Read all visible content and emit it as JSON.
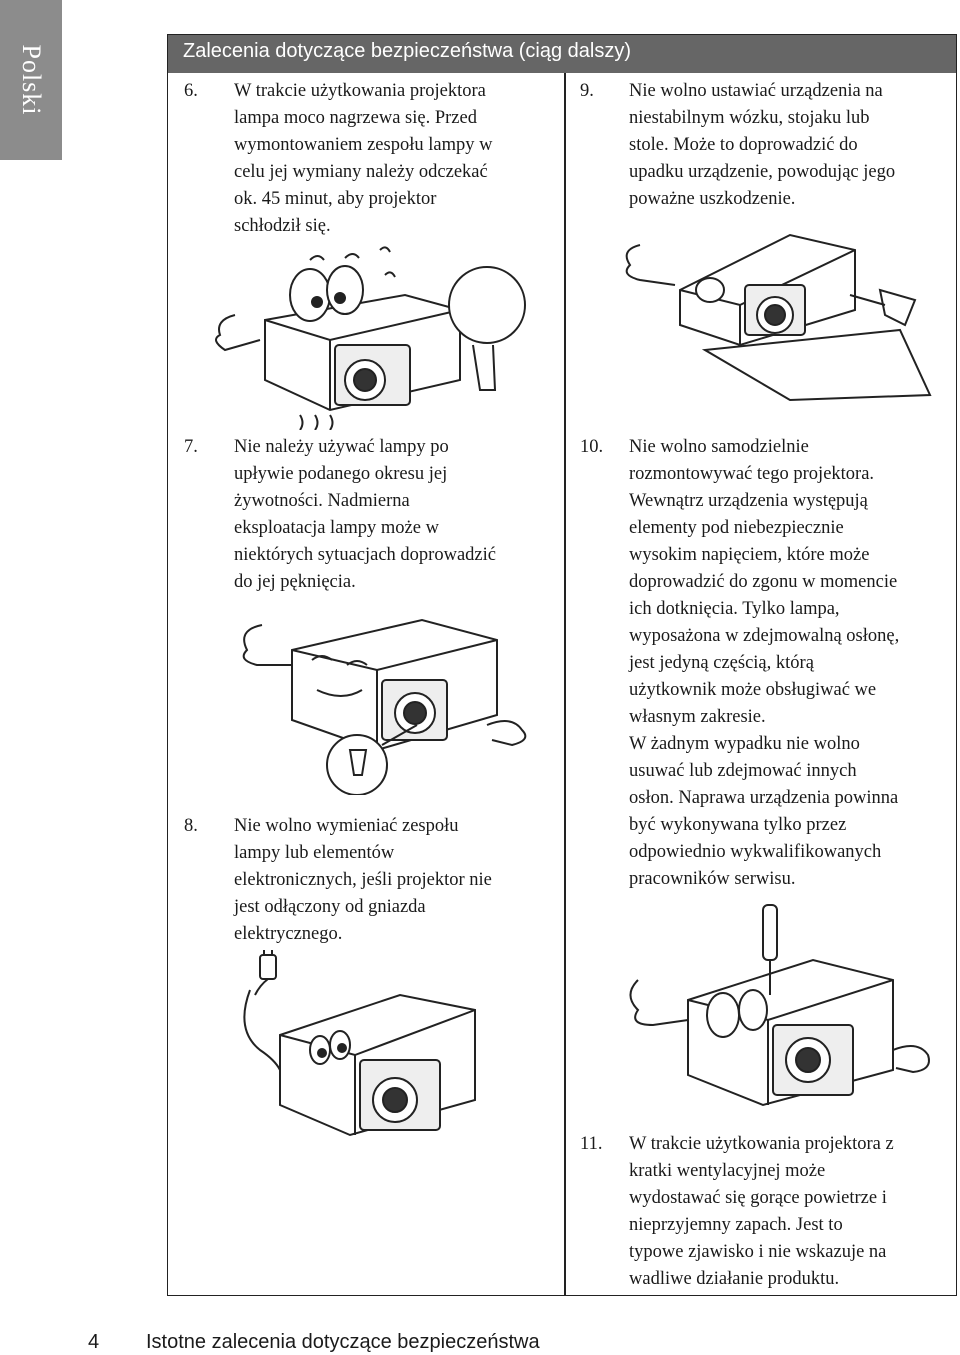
{
  "side_tab": {
    "label": "Polski"
  },
  "header": {
    "title": "Zalecenia dotyczące bezpieczeństwa (ciąg dalszy)"
  },
  "items": [
    {
      "number": "6.",
      "text": "W trakcie użytkowania projektora\nlampa moco nagrzewa się. Przed\nwymontowaniem zespołu lampy w\ncelu jej wymiany należy odczekać\nok. 45 minut, aby projektor\nschłodził się."
    },
    {
      "number": "7.",
      "text": "Nie należy używać lampy po\nupływie podanego okresu jej\nżywotności. Nadmierna\neksploatacja lampy może w\nniektórych sytuacjach doprowadzić\ndo jej pęknięcia."
    },
    {
      "number": "8.",
      "text": "Nie wolno wymieniać zespołu\nlampy lub elementów\nelektronicznych, jeśli projektor nie\njest odłączony od gniazda\nelektrycznego."
    },
    {
      "number": "9.",
      "text": "Nie wolno ustawiać urządzenia na\nniestabilnym wózku, stojaku lub\nstole. Może to doprowadzić do\nupadku urządzenie, powodując jego\npoważne uszkodzenie."
    },
    {
      "number": "10.",
      "text": "Nie wolno samodzielnie\nrozmontowywać tego projektora.\nWewnątrz urządzenia występują\nelementy pod niebezpiecznie\nwysokim napięciem, które może\ndoprowadzić do zgonu w momencie\nich dotknięcia. Tylko lampa,\nwyposażona w zdejmowalną osłonę,\njest jedyną częścią, którą\nużytkownik może obsługiwać we\nwłasnym zakresie.\nW żadnym wypadku nie wolno\nusuwać lub zdejmować innych\nosłon. Naprawa urządzenia powinna\nbyć wykonywana tylko przez\nodpowiednio wykwalifikowanych\npracowników serwisu."
    },
    {
      "number": "11.",
      "text": "W trakcie użytkowania projektora z\nkratki wentylacyjnej może\nwydostawać się gorące powietrze i\nnieprzyjemny zapach. Jest to\ntypowe zjawisko i nie wskazuje na\nwadliwe działanie produktu."
    }
  ],
  "illustrations": [
    {
      "name": "hot-projector-with-fan",
      "icon": "projector-fan-illustration"
    },
    {
      "name": "projector-on-tilted-table",
      "icon": "projector-falling-illustration"
    },
    {
      "name": "cracked-lamp-projector",
      "icon": "projector-lamp-illustration"
    },
    {
      "name": "unplugged-projector",
      "icon": "projector-plug-illustration"
    },
    {
      "name": "screwdriver-projector",
      "icon": "projector-screwdriver-illustration"
    }
  ],
  "footer": {
    "page_number": "4",
    "title": "Istotne zalecenia dotyczące bezpieczeństwa"
  }
}
